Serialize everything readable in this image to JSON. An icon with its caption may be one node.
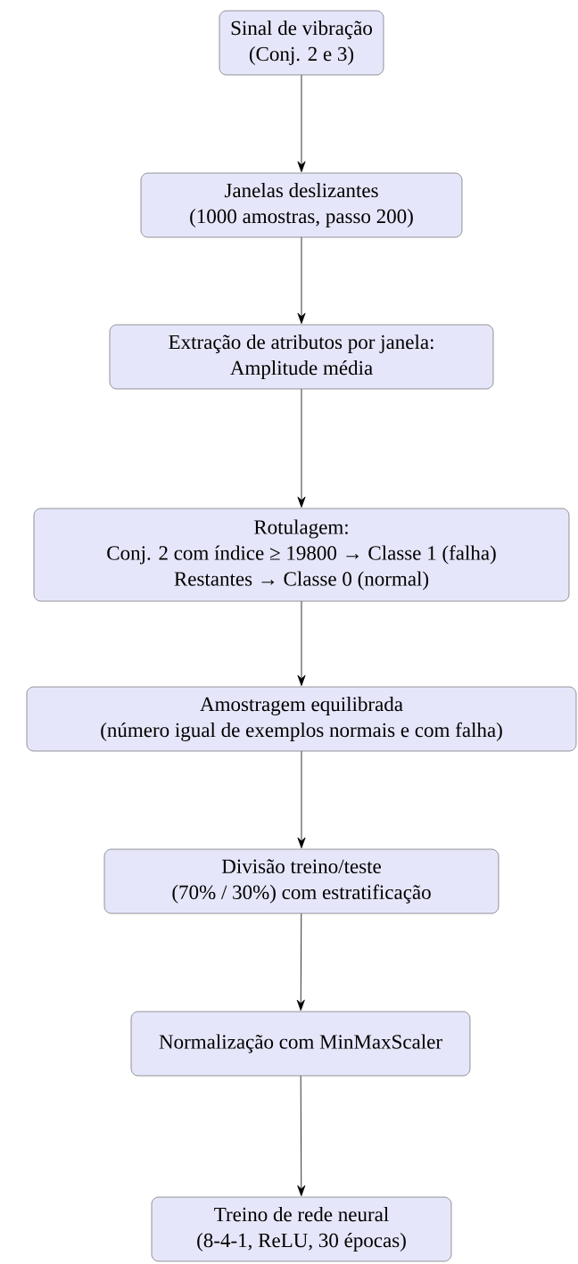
{
  "diagram": {
    "nodes": [
      {
        "text": [
          "Sinal de vibração",
          "(Conj. 2 e 3)"
        ]
      },
      {
        "text": [
          "Janelas deslizantes",
          "(1000 amostras, passo 200)"
        ]
      },
      {
        "text": [
          "Extração de atributos por janela:",
          "Amplitude média"
        ]
      },
      {
        "text": [
          "Rotulagem:",
          "Conj. 2 com índice ≥ 19800 → Classe 1 (falha)",
          "Restantes → Classe 0 (normal)"
        ]
      },
      {
        "text": [
          "Amostragem equilibrada",
          "(número igual de exemplos normais e com falha)"
        ]
      },
      {
        "text": [
          "Divisão treino/teste",
          "(70% / 30%) com estratificação"
        ]
      },
      {
        "text": [
          "Normalização com MinMaxScaler"
        ]
      },
      {
        "text": [
          "Treino de rede neural",
          "(8-4-1, ReLU, 30 épocas)"
        ]
      }
    ],
    "edges": [
      {
        "from": 0,
        "to": 1,
        "arrow": "to"
      },
      {
        "from": 1,
        "to": 2,
        "arrow": "to"
      },
      {
        "from": 2,
        "to": 3,
        "arrow": "to"
      },
      {
        "from": 3,
        "to": 4,
        "arrow": "to"
      },
      {
        "from": 4,
        "to": 5,
        "arrow": "to"
      },
      {
        "from": 5,
        "to": 6,
        "arrow": "to"
      },
      {
        "from": 6,
        "to": 7,
        "arrow": "to"
      }
    ]
  }
}
